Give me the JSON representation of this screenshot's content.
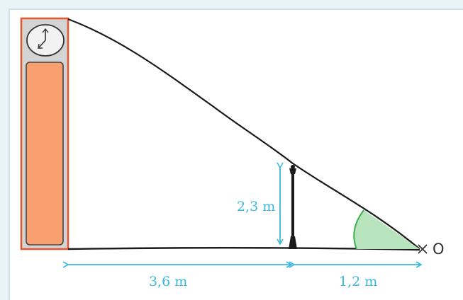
{
  "diagram": {
    "labels": {
      "lamp_height": "2,3 m",
      "building_to_lamp": "3,6 m",
      "lamp_to_o": "1,2 m",
      "point_o": "O"
    },
    "colors": {
      "building_fill": "#f8a070",
      "building_outline": "#e8542c",
      "building_top": "#d4d4d4",
      "dimension": "#3bb8de",
      "angle_fill": "#b7e4bd",
      "angle_outline": "#3faf4f",
      "ink": "#1a1a1a"
    }
  }
}
